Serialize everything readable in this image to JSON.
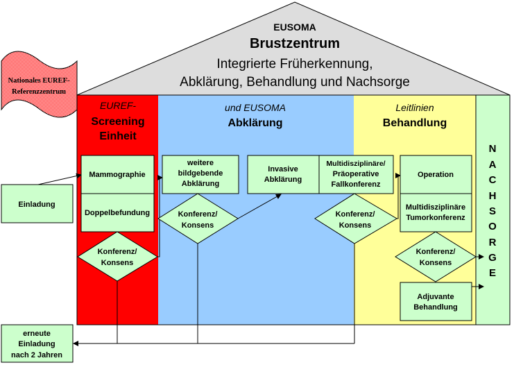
{
  "roof": {
    "line1": "EUSOMA",
    "line2": "Brustzentrum",
    "line3": "Integrierte Früherkennung,",
    "line4": "Abklärung, Behandlung und Nachsorge"
  },
  "banner": {
    "line1": "Nationales EUREF-",
    "line2": "Referenzzentrum"
  },
  "columns": {
    "screening": {
      "subtitle": "EUREF-",
      "title_line1": "Screening",
      "title_line2": "Einheit"
    },
    "abklaerung": {
      "subtitle": "und EUSOMA",
      "title": "Abklärung"
    },
    "behandlung": {
      "subtitle": "Leitlinien",
      "title": "Behandlung"
    },
    "nachsorge": {
      "letters": [
        "N",
        "A",
        "C",
        "H",
        "S",
        "O",
        "R",
        "G",
        "E"
      ]
    }
  },
  "boxes": {
    "einladung": [
      "Einladung"
    ],
    "erneute_einladung": [
      "erneute",
      "Einladung",
      "nach 2 Jahren"
    ],
    "mammographie": [
      "Mammographie"
    ],
    "doppelbefundung": [
      "Doppelbefundung"
    ],
    "konsens_screening": [
      "Konferenz/",
      "Konsens"
    ],
    "weitere_bildgebung": [
      "weitere",
      "bildgebende",
      "Abklärung"
    ],
    "konsens_abklaerung": [
      "Konferenz/",
      "Konsens"
    ],
    "invasive_abklaerung": [
      "Invasive",
      "Abklärung"
    ],
    "praeoperative_fallkonferenz": [
      "Multidisziplinäre/",
      "Präoperative",
      "Fallkonferenz"
    ],
    "konsens_praeoperativ": [
      "Konferenz/",
      "Konsens"
    ],
    "operation": [
      "Operation"
    ],
    "tumorkonferenz": [
      "Multidisziplinäre",
      "Tumorkonferenz"
    ],
    "konsens_behandlung": [
      "Konferenz/",
      "Konsens"
    ],
    "adjuvante_behandlung": [
      "Adjuvante",
      "Behandlung"
    ]
  },
  "colors": {
    "roof": "#dddddd",
    "screening": "#ff0000",
    "abklaerung": "#99ccff",
    "behandlung": "#ffff99",
    "nachsorge": "#ccffcc",
    "box": "#ccffcc",
    "banner": "#ff0000"
  }
}
